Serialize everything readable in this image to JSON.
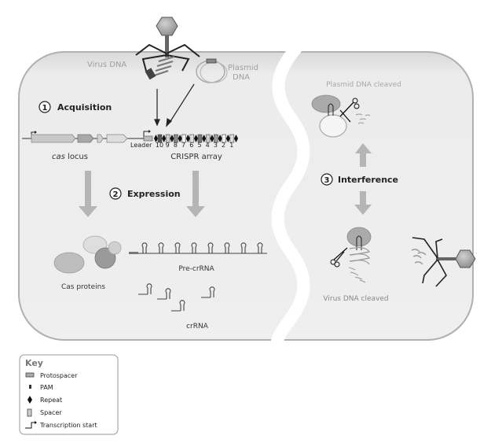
{
  "diagram": {
    "top_labels": {
      "virus_dna": "Virus DNA",
      "plasmid_dna_line1": "Plasmid",
      "plasmid_dna_line2": "DNA"
    },
    "stages": [
      {
        "number": "1",
        "title": "Acquisition"
      },
      {
        "number": "2",
        "title": "Expression"
      },
      {
        "number": "3",
        "title": "Interference"
      }
    ],
    "cas_locus_label_italic": "cas",
    "cas_locus_label_rest": " locus",
    "leader_label": "Leader",
    "crispr_array_label": "CRISPR array",
    "spacer_numbers": [
      "10",
      "9",
      "8",
      "7",
      "6",
      "5",
      "4",
      "3",
      "2",
      "1"
    ],
    "cas_proteins_label": "Cas proteins",
    "pre_crrna_label": "Pre-crRNA",
    "crrna_label": "crRNA",
    "plasmid_cleaved_label": "Plasmid DNA cleaved",
    "virus_cleaved_label": "Virus DNA cleaved"
  },
  "key": {
    "title": "Key",
    "items": [
      {
        "icon": "protospacer-icon",
        "label": "Protospacer"
      },
      {
        "icon": "pam-icon",
        "label": "PAM"
      },
      {
        "icon": "repeat-icon",
        "label": "Repeat"
      },
      {
        "icon": "spacer-icon",
        "label": "Spacer"
      },
      {
        "icon": "transcription-start-icon",
        "label": "Transcription start"
      }
    ]
  },
  "colors": {
    "cell_fill": "#efefef",
    "cell_border": "#9a9a9a",
    "text_dark": "#222222",
    "text_light": "#a8a8a8",
    "arrow_gray": "#b5b5b5"
  }
}
